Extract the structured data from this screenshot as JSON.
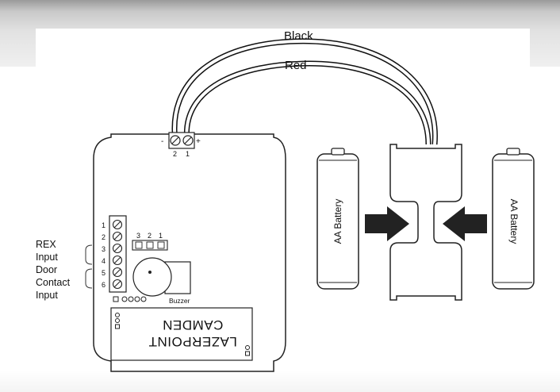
{
  "wires": {
    "black_label": "Black",
    "red_label": "Red"
  },
  "terminal": {
    "minus": "-",
    "plus": "+",
    "pin_left": "2",
    "pin_right": "1"
  },
  "left_terminals": [
    "1",
    "2",
    "3",
    "4",
    "5",
    "6"
  ],
  "input_labels": {
    "rex_line1": "REX",
    "rex_line2": "Input",
    "door_line1": "Door",
    "door_line2": "Contact",
    "door_line3": "Input"
  },
  "jumper": {
    "pin3": "3",
    "pin2": "2",
    "pin1": "1"
  },
  "buzzer_label": "Buzzer",
  "brand": {
    "line1": "LAZERPOINT",
    "line2": "CAMDEN"
  },
  "batteries": {
    "left_label": "AA Battery",
    "right_label": "AA Battery"
  }
}
